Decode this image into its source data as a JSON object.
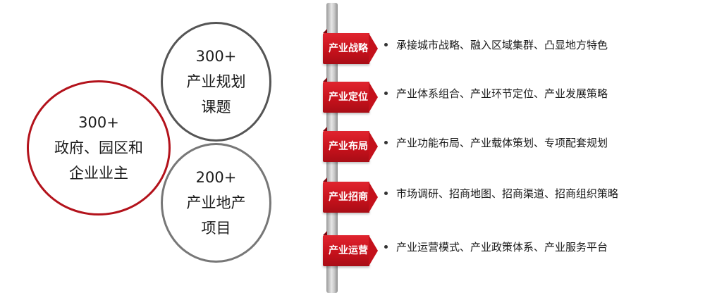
{
  "circles": {
    "left": {
      "line1": "300+",
      "line2": "政府、园区和",
      "line3": "企业业主"
    },
    "top": {
      "line1": "300+",
      "line2": "产业规划",
      "line3": "课题"
    },
    "bottom": {
      "line1": "200+",
      "line2": "产业地产",
      "line3": "项目"
    }
  },
  "items": [
    {
      "tag": "产业战略",
      "desc": "承接城市战略、融入区域集群、凸显地方特色"
    },
    {
      "tag": "产业定位",
      "desc": "产业体系组合、产业环节定位、产业发展策略"
    },
    {
      "tag": "产业布局",
      "desc": "产业功能布局、产业载体策划、专项配套规划"
    },
    {
      "tag": "产业招商",
      "desc": "市场调研、招商地图、招商渠道、招商组织策略"
    },
    {
      "tag": "产业运营",
      "desc": "产业运营模式、产业政策体系、产业服务平台"
    }
  ],
  "colors": {
    "accent": "#c4111b",
    "circle_left": "#b3121b",
    "circle_top": "#555555",
    "circle_bottom": "#777777"
  }
}
